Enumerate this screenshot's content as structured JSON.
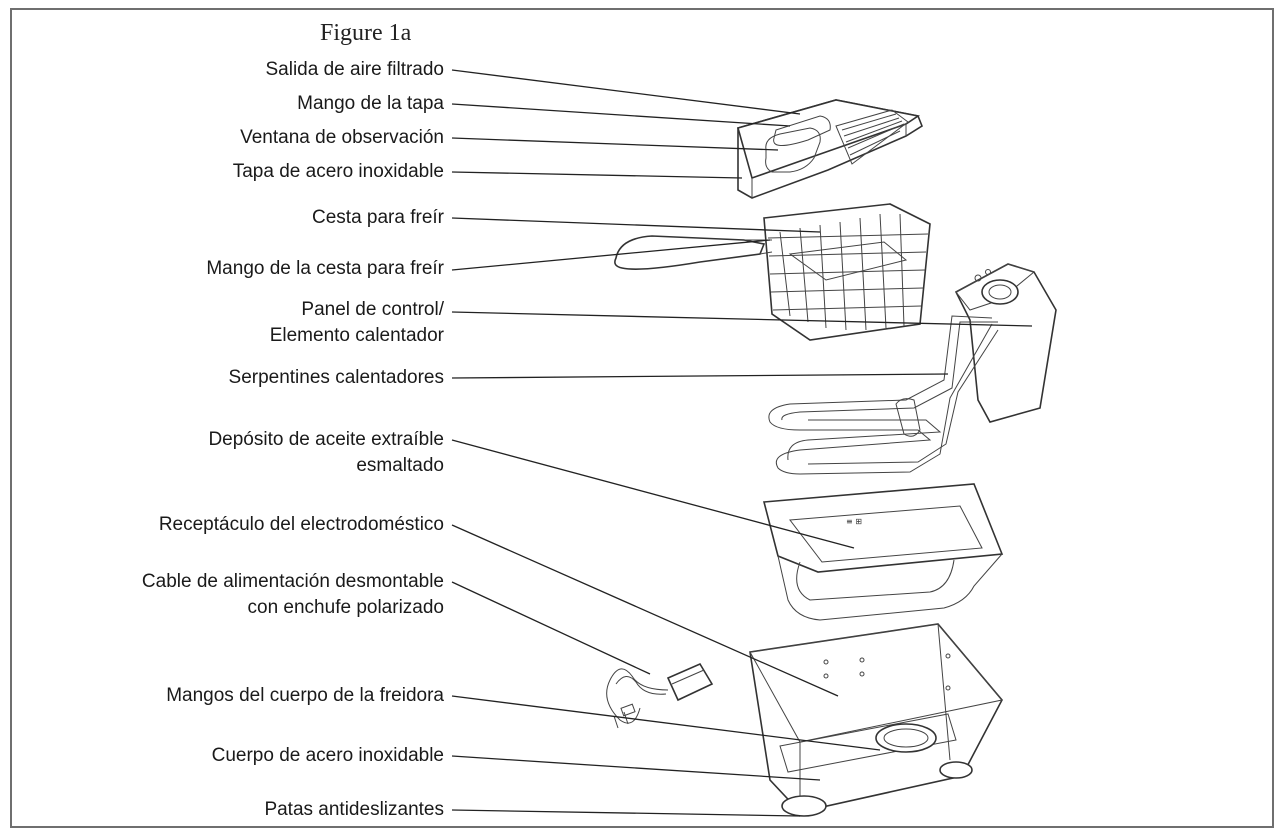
{
  "figure": {
    "title": "Figure 1a",
    "labels": {
      "salida_aire": "Salida de aire filtrado",
      "mango_tapa": "Mango de la tapa",
      "ventana": "Ventana de observación",
      "tapa": "Tapa de acero inoxidable",
      "cesta": "Cesta para freír",
      "mango_cesta": "Mango de la cesta para freír",
      "panel_1": "Panel de control/",
      "panel_2": "Elemento calentador",
      "serpentines": "Serpentines calentadores",
      "deposito_1": "Depósito de aceite extraíble",
      "deposito_2": "esmaltado",
      "receptaculo": "Receptáculo del electrodoméstico",
      "cable_1": "Cable de alimentación desmontable",
      "cable_2": "con enchufe polarizado",
      "mangos_cuerpo": "Mangos del cuerpo de la freidora",
      "cuerpo": "Cuerpo de acero inoxidable",
      "patas": "Patas antideslizantes"
    },
    "part_marking": "≡ ⊞"
  }
}
